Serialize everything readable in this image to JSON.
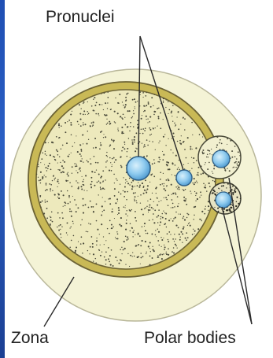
{
  "labels": {
    "pronuclei": "Pronuclei",
    "zona": "Zona",
    "polar_bodies": "Polar bodies"
  },
  "colors": {
    "zona": "#f4f3d6",
    "membrane_ring": "#c9b956",
    "cytoplasm": "#ede9bc",
    "nucleus": "#7fc3ec",
    "leader_line": "#2a2a2a",
    "side_bar": "#2b5fc4"
  }
}
